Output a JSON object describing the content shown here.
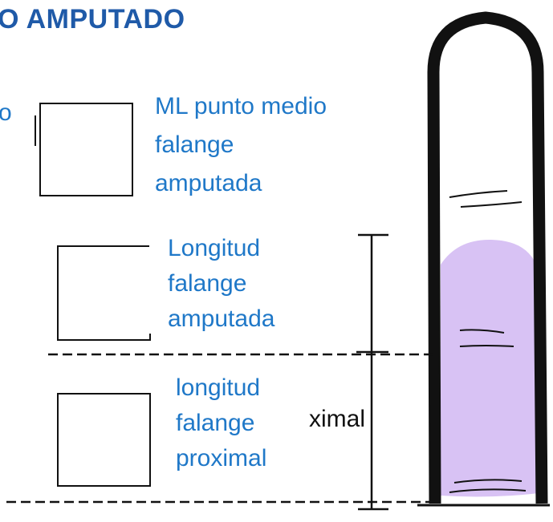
{
  "title": "O AMPUTADO",
  "fragments": {
    "left_cut": "o",
    "right_cut": "ximal"
  },
  "labels": {
    "ml_mid": [
      "ML punto medio",
      "falange",
      "amputada"
    ],
    "length_amputated": [
      "Longitud",
      "falange",
      "amputada"
    ],
    "length_proximal": [
      "longitud",
      "falange",
      "proximal"
    ]
  },
  "colors": {
    "title": "#1f5aa8",
    "label": "#1f78c8",
    "fill": "#d8c2f4",
    "outline": "#111111"
  }
}
